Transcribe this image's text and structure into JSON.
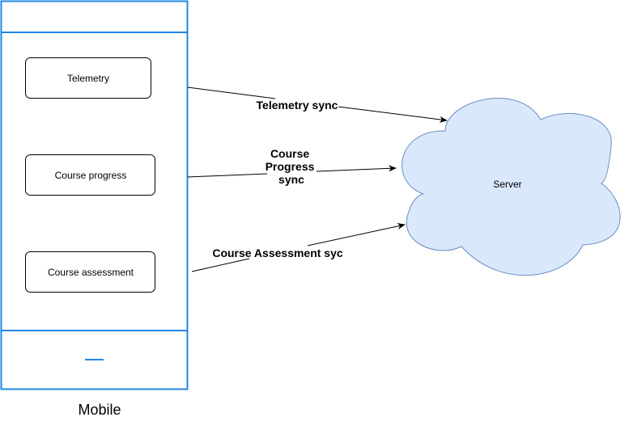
{
  "diagram": {
    "mobile": {
      "caption": "Mobile",
      "components": [
        {
          "label": "Telemetry"
        },
        {
          "label": "Course progress"
        },
        {
          "label": "Course assessment"
        }
      ]
    },
    "server": {
      "label": "Server"
    },
    "connections": [
      {
        "label_lines": [
          "Telemetry sync"
        ]
      },
      {
        "label_lines": [
          "Course",
          "Progress",
          "sync"
        ]
      },
      {
        "label_lines": [
          "Course Assessment syc"
        ]
      }
    ]
  },
  "colors": {
    "device_stroke": "#1e88e5",
    "cloud_fill": "#dae8fc",
    "cloud_stroke": "#6c8ebf",
    "box_stroke": "#000000",
    "arrow": "#000000"
  }
}
